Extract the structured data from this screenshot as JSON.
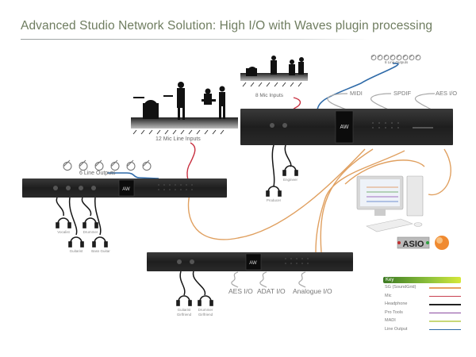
{
  "title": "Advanced Studio Network Solution: High I/O with Waves plugin processing",
  "labels": {
    "mic_inputs_12": "12 Mic Line Inputs",
    "mic_inputs_8": "8 Mic Inputs",
    "line_outputs_8": "8 Line Outputs",
    "line_outputs_6": "6 Line Outputs",
    "midi": "MIDI",
    "spdif": "SPDIF",
    "aes_top": "AES I/O",
    "aes_bottom": "AES I/O",
    "adat": "ADAT I/O",
    "analogue": "Analogue I/O",
    "asio": "ASIO"
  },
  "headphones": {
    "left_unit": [
      "Vocalist",
      "Drummer",
      "Guitarist",
      "Bass Guitar"
    ],
    "top_unit": [
      "Engineer",
      "Producer"
    ],
    "bottom_unit": [
      "Guitarist Girlfriend",
      "Drummer Girlfriend"
    ]
  },
  "legend": {
    "heading": "Key",
    "items": [
      {
        "label": "SG (SoundGrid)",
        "color": "#e8a060"
      },
      {
        "label": "Mic",
        "color": "#c84050"
      },
      {
        "label": "Headphone",
        "color": "#222222"
      },
      {
        "label": "Pro Tools",
        "color": "#8a4aa0"
      },
      {
        "label": "MADI",
        "color": "#c8d878"
      },
      {
        "label": "Line Output",
        "color": "#2e6aa8"
      }
    ]
  },
  "colors": {
    "soundgrid": "#e8a060",
    "mic": "#c83040",
    "headphone": "#1a1a1a",
    "line_output": "#2e6aa8",
    "digital_io": "#a8a8a8"
  }
}
